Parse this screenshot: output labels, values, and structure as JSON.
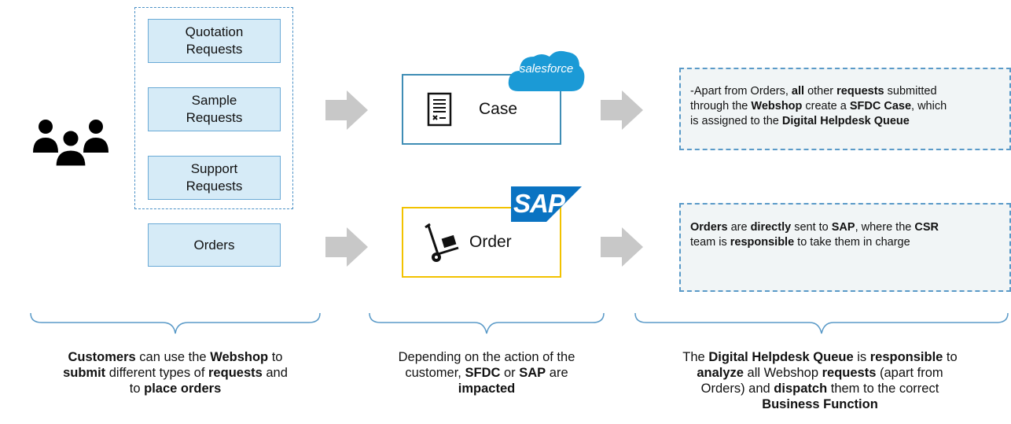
{
  "requests": {
    "quotation": [
      "Quotation",
      "Requests"
    ],
    "sample": [
      "Sample",
      "Requests"
    ],
    "support": [
      "Support",
      "Requests"
    ],
    "orders": "Orders"
  },
  "systems": {
    "case_label": "Case",
    "order_label": "Order",
    "salesforce_logo": "salesforce",
    "sap_logo": "SAP"
  },
  "info": {
    "case_note": [
      [
        {
          "t": "-Apart from Orders, ",
          "b": false
        },
        {
          "t": "all",
          "b": true
        },
        {
          "t": " other ",
          "b": false
        },
        {
          "t": "requests",
          "b": true
        },
        {
          "t": " submitted",
          "b": false
        }
      ],
      [
        {
          "t": "through the ",
          "b": false
        },
        {
          "t": "Webshop",
          "b": true
        },
        {
          "t": " create a ",
          "b": false
        },
        {
          "t": "SFDC Case",
          "b": true
        },
        {
          "t": ", which",
          "b": false
        }
      ],
      [
        {
          "t": "is assigned to the ",
          "b": false
        },
        {
          "t": "Digital Helpdesk Queue",
          "b": true
        }
      ]
    ],
    "order_note": [
      [
        {
          "t": "Orders",
          "b": true
        },
        {
          "t": " are ",
          "b": false
        },
        {
          "t": "directly",
          "b": true
        },
        {
          "t": " sent to ",
          "b": false
        },
        {
          "t": "SAP",
          "b": true
        },
        {
          "t": ", where the ",
          "b": false
        },
        {
          "t": "CSR",
          "b": true
        }
      ],
      [
        {
          "t": "team is ",
          "b": false
        },
        {
          "t": "responsible",
          "b": true
        },
        {
          "t": " to take them in charge",
          "b": false
        }
      ]
    ]
  },
  "captions": {
    "left": [
      [
        {
          "t": "Customers",
          "b": true
        },
        {
          "t": " can use the ",
          "b": false
        },
        {
          "t": "Webshop",
          "b": true
        },
        {
          "t": " to",
          "b": false
        }
      ],
      [
        {
          "t": "submit",
          "b": true
        },
        {
          "t": " different types of ",
          "b": false
        },
        {
          "t": "requests",
          "b": true
        },
        {
          "t": " and",
          "b": false
        }
      ],
      [
        {
          "t": "to ",
          "b": false
        },
        {
          "t": "place orders",
          "b": true
        }
      ]
    ],
    "middle": [
      [
        {
          "t": "Depending on the action of the",
          "b": false
        }
      ],
      [
        {
          "t": "customer, ",
          "b": false
        },
        {
          "t": "SFDC",
          "b": true
        },
        {
          "t": " or ",
          "b": false
        },
        {
          "t": "SAP",
          "b": true
        },
        {
          "t": " are",
          "b": false
        }
      ],
      [
        {
          "t": "impacted",
          "b": true
        }
      ]
    ],
    "right": [
      [
        {
          "t": "The ",
          "b": false
        },
        {
          "t": "Digital Helpdesk Queue",
          "b": true
        },
        {
          "t": " is ",
          "b": false
        },
        {
          "t": "responsible",
          "b": true
        },
        {
          "t": " to",
          "b": false
        }
      ],
      [
        {
          "t": "analyze",
          "b": true
        },
        {
          "t": " all Webshop ",
          "b": false
        },
        {
          "t": "requests",
          "b": true
        },
        {
          "t": " (apart from",
          "b": false
        }
      ],
      [
        {
          "t": "Orders) and ",
          "b": false
        },
        {
          "t": "dispatch",
          "b": true
        },
        {
          "t": " them to the correct",
          "b": false
        }
      ],
      [
        {
          "t": "Business Function",
          "b": true
        }
      ]
    ]
  },
  "icons": {
    "people": "people-group-icon",
    "case": "document-case-icon",
    "order": "hand-truck-icon",
    "arrow": "right-arrow-icon",
    "brace": "curly-brace-icon"
  },
  "colors": {
    "request_fill": "#d6ebf7",
    "case_border": "#3f8db5",
    "order_border": "#f2c200",
    "salesforce": "#1b9ad6",
    "sap": "#0a73c2",
    "arrow": "#c8c8c8",
    "brace": "#5a9ac8"
  }
}
